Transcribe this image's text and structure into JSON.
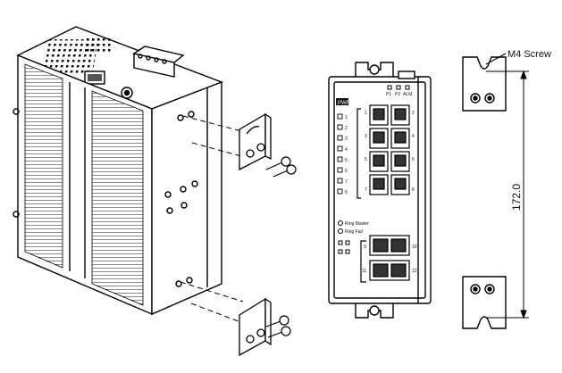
{
  "callouts": {
    "screw": "M4 Screw",
    "dimension": "172.0"
  },
  "panel": {
    "pwr": "PWR",
    "p1": "P1",
    "p2": "P2",
    "alm": "ALM",
    "port_nums": [
      "1",
      "2",
      "3",
      "4",
      "5",
      "6",
      "7",
      "8"
    ],
    "lower_ports": [
      "9",
      "10",
      "11",
      "12"
    ],
    "ring_master": "Ring Master",
    "ring_fail": "Ring Fail"
  }
}
